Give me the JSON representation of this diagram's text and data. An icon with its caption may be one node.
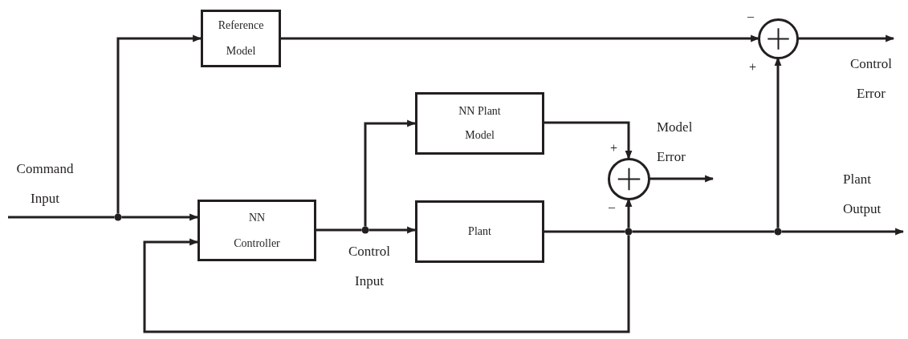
{
  "diagram": {
    "nodes": [
      {
        "text": [
          "Reference Model"
        ]
      },
      {
        "text": [
          "NN Plant Model"
        ]
      },
      {
        "text": [
          "NN Controller"
        ]
      },
      {
        "text": [
          "Plant"
        ]
      },
      {
        "text": [],
        "shape": "circle"
      },
      {
        "text": [],
        "shape": "circle"
      },
      {
        "text": [],
        "shape": "circle"
      },
      {
        "text": [],
        "shape": "circle"
      },
      {
        "text": [],
        "shape": "circle"
      },
      {
        "text": [],
        "shape": "circle"
      }
    ],
    "edges": [
      {
        "from": null,
        "to": 6,
        "arrow": "none",
        "label": "Command Input"
      },
      {
        "from": 6,
        "to": 0,
        "arrow": "to"
      },
      {
        "from": 6,
        "to": 2,
        "arrow": "to"
      },
      {
        "from": 2,
        "to": 7,
        "arrow": "none",
        "label": "Control Input"
      },
      {
        "from": 7,
        "to": 1,
        "arrow": "to"
      },
      {
        "from": 7,
        "to": 3,
        "arrow": "to"
      },
      {
        "from": 3,
        "to": 8,
        "arrow": "none"
      },
      {
        "from": 8,
        "to": 5,
        "arrow": "to"
      },
      {
        "from": 8,
        "to": 9,
        "arrow": "none"
      },
      {
        "from": 9,
        "to": 4,
        "arrow": "to"
      },
      {
        "from": 9,
        "to": null,
        "arrow": "to",
        "label": "Plant Output"
      },
      {
        "from": 8,
        "to": 2,
        "arrow": "to"
      },
      {
        "from": 0,
        "to": 4,
        "arrow": "to"
      },
      {
        "from": 1,
        "to": 5,
        "arrow": "to"
      },
      {
        "from": 5,
        "to": null,
        "arrow": "to",
        "label": "Model Error"
      },
      {
        "from": 4,
        "to": null,
        "arrow": "to",
        "label": "Control Error"
      }
    ],
    "labels": [
      "–",
      "+",
      "+",
      "–"
    ]
  }
}
